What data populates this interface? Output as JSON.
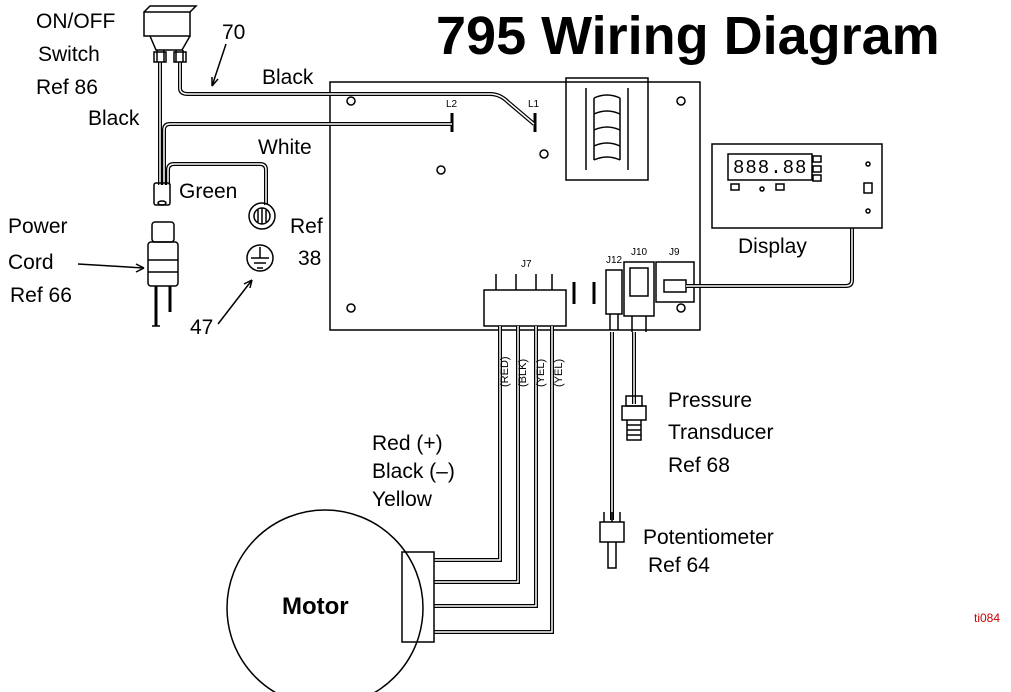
{
  "title": "795 Wiring Diagram",
  "image_code": "ti084",
  "switch": {
    "line1": "ON/OFF",
    "line2": "Switch",
    "line3": "Ref 86"
  },
  "wire_ref_70": "70",
  "wires": {
    "black_top": "Black",
    "black_left": "Black",
    "white": "White",
    "green": "Green"
  },
  "ground_screw": {
    "ref": "Ref",
    "num": "38"
  },
  "power_cord": {
    "line1": "Power",
    "line2": "Cord",
    "line3": "Ref 66"
  },
  "ground_ref_47": "47",
  "board_labels": {
    "l1": "L1",
    "l2": "L2",
    "j7": "J7",
    "j9": "J9",
    "j10": "J10",
    "j12": "J12"
  },
  "display": {
    "label": "Display",
    "readout": "888.88"
  },
  "motor_wire_tags": [
    "(RED)",
    "(BLK)",
    "(YEL)",
    "(YEL)"
  ],
  "motor_legend": {
    "line1": "Red (+)",
    "line2": "Black (–)",
    "line3": "Yellow"
  },
  "transducer": {
    "line1": "Pressure",
    "line2": "Transducer",
    "line3": "Ref 68"
  },
  "potentiometer": {
    "line1": "Potentiometer",
    "line2": "Ref 64"
  },
  "motor_label": "Motor"
}
